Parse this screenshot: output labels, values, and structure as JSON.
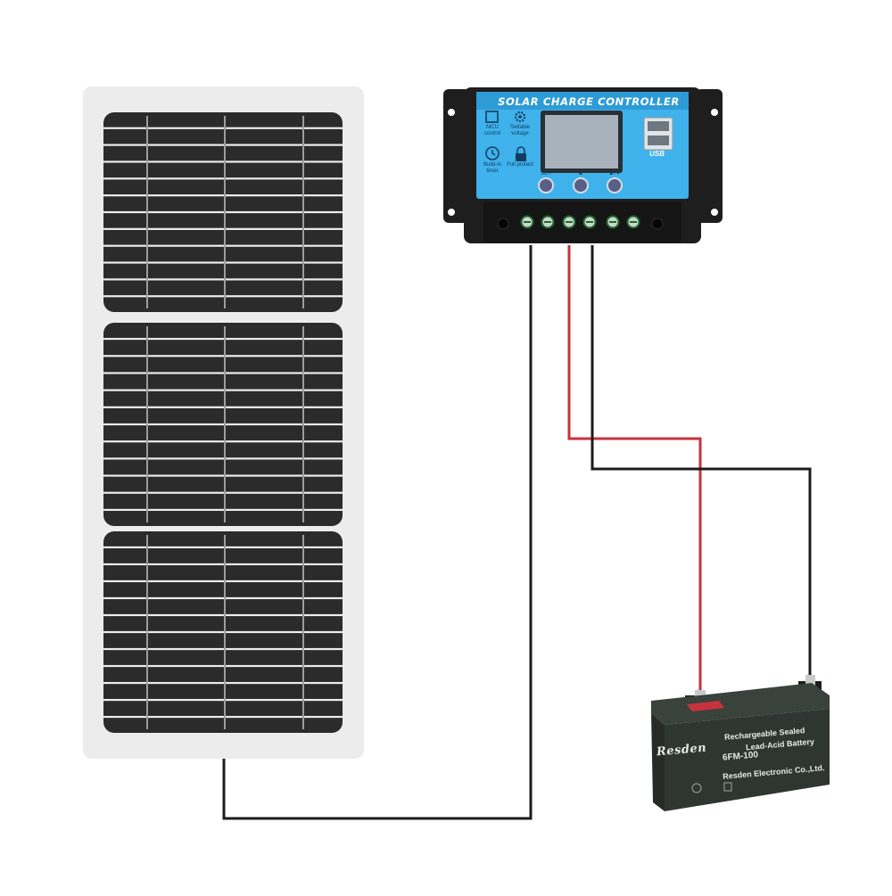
{
  "controller": {
    "title": "SOLAR CHARGE CONTROLLER",
    "features": [
      {
        "label": "MCU control",
        "icon": "chip-icon"
      },
      {
        "label": "Settable voltage",
        "icon": "gear-icon"
      },
      {
        "label": "Build-in timer",
        "icon": "clock-icon"
      },
      {
        "label": "Full protect",
        "icon": "lock-icon"
      }
    ],
    "buttons": [
      "SET",
      "▲",
      "▲/▼"
    ],
    "usb_label": "USB"
  },
  "battery": {
    "brand": "Resden",
    "title_line1": "Rechargeable Sealed",
    "title_line2": "Lead-Acid Battery",
    "model": "6FM-100",
    "manufacturer": "Resden Electronic Co.,Ltd."
  },
  "colors": {
    "panel_frame": "#ececec",
    "cell": "#2b2b2b",
    "controller_body": "#1e1e1e",
    "controller_face": "#3fb2ec",
    "battery_case": "#2f3631",
    "wire_red": "#c8323c",
    "wire_black": "#1c1c1c"
  }
}
